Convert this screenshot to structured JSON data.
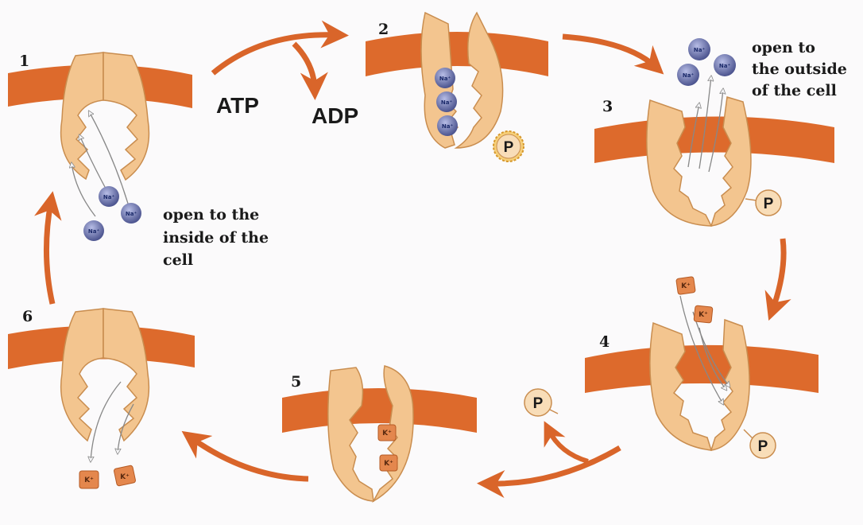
{
  "steps": [
    {
      "number": "1",
      "caption": [
        "open to the",
        "inside of the",
        "cell"
      ]
    },
    {
      "number": "2"
    },
    {
      "number": "3",
      "caption": [
        "open to",
        "the outside",
        "of the cell"
      ]
    },
    {
      "number": "4"
    },
    {
      "number": "5"
    },
    {
      "number": "6"
    }
  ],
  "energy": {
    "atp": "ATP",
    "adp": "ADP"
  },
  "phosphate": "P",
  "ions": {
    "sodium": "Na⁺",
    "potassium": "K⁺"
  },
  "colors": {
    "membrane": "#dd6a2c",
    "protein": "#f3c58f",
    "protein_stroke": "#c98d4f",
    "arrow": "#d9652a",
    "sodium": "#6e76b6",
    "potassium": "#e4874d",
    "phosphate": "#f8ddb8"
  }
}
